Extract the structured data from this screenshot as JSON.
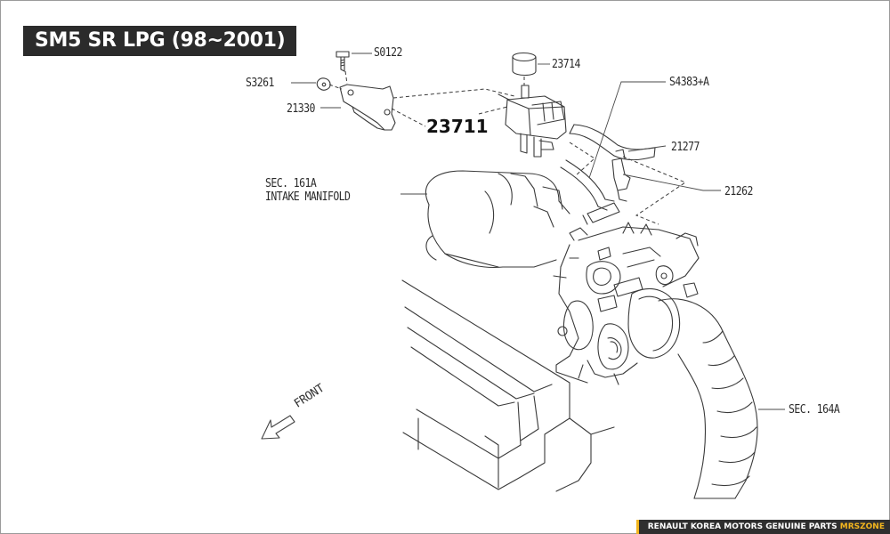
{
  "title": "SM5 SR LPG (98~2001)",
  "footer": {
    "text": "RENAULT KOREA MOTORS GENUINE PARTS",
    "brand": "MRSZONE",
    "accent_color": "#f2b51e"
  },
  "parts": {
    "s0122": "S0122",
    "s3261": "S3261",
    "p21330": "21330",
    "p23714": "23714",
    "p23711": "23711",
    "s4383": "S4383+A",
    "p21277": "21277",
    "p21262": "21262",
    "sec161a_line1": "SEC. 161A",
    "sec161a_line2": "INTAKE MANIFOLD",
    "sec164a": "SEC. 164A"
  },
  "direction": "FRONT"
}
